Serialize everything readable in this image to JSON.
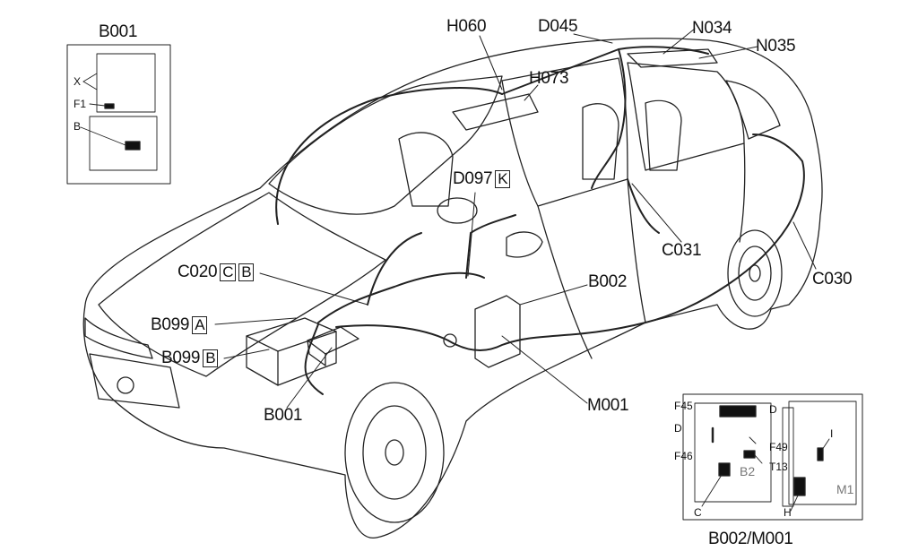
{
  "diagram": {
    "type": "vehicle component location diagram",
    "callouts": {
      "h060": "H060",
      "d045": "D045",
      "n034": "N034",
      "n035": "N035",
      "h073": "H073",
      "d097": "D097",
      "d097_box": "K",
      "c031": "C031",
      "c030": "C030",
      "c020": "C020",
      "c020_box1": "C",
      "c020_box2": "B",
      "b002": "B002",
      "b099a": "B099",
      "b099a_box": "A",
      "b099b": "B099",
      "b099b_box": "B",
      "b001": "B001",
      "m001": "M001"
    },
    "inset_left": {
      "title": "B001",
      "labels": {
        "x": "X",
        "f1": "F1",
        "b": "B"
      }
    },
    "inset_right": {
      "caption": "B002/M001",
      "labels": {
        "f45": "F45",
        "d_top": "D",
        "d_left": "D",
        "f46": "F46",
        "f49": "F49",
        "t13": "T13",
        "c": "C",
        "h": "H",
        "i": "I",
        "b2": "B2",
        "m1": "M1"
      }
    }
  }
}
